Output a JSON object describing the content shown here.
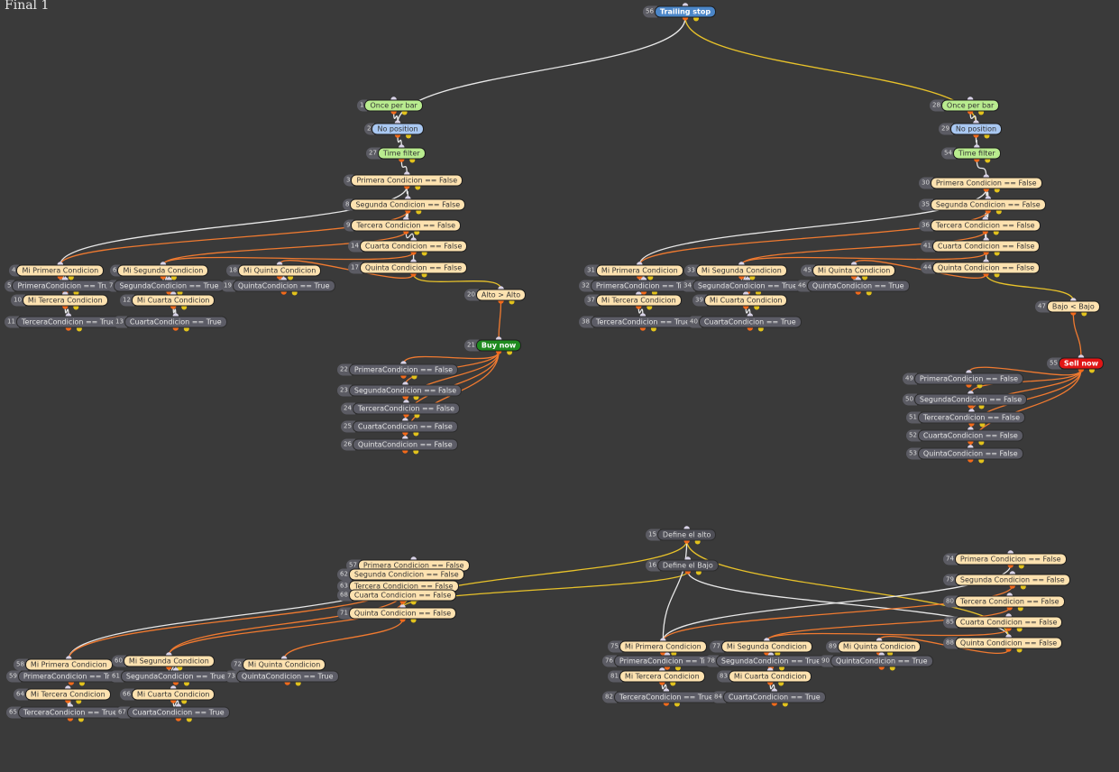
{
  "canvas": {
    "title": "Final 1"
  },
  "colors": {
    "background": "#3a3a3a",
    "edge_white": "#e8e8e8",
    "edge_orange": "#f07a30",
    "edge_yellow": "#e8c22a"
  },
  "nodes": [
    {
      "id": "56",
      "label": "Trailing stop",
      "type": "action-blue"
    },
    {
      "id": "1",
      "label": "Once per bar",
      "type": "green"
    },
    {
      "id": "2",
      "label": "No position",
      "type": "blue"
    },
    {
      "id": "27",
      "label": "Time filter",
      "type": "green"
    },
    {
      "id": "3",
      "label": "Primera Condicion == False",
      "type": "cond"
    },
    {
      "id": "8",
      "label": "Segunda Condicion == False",
      "type": "cond"
    },
    {
      "id": "9",
      "label": "Tercera Condicion == False",
      "type": "cond"
    },
    {
      "id": "14",
      "label": "Cuarta Condicion == False",
      "type": "cond"
    },
    {
      "id": "17",
      "label": "Quinta Condicion == False",
      "type": "cond"
    },
    {
      "id": "4",
      "label": "Mi Primera Condicion",
      "type": "cond"
    },
    {
      "id": "5",
      "label": "PrimeraCondicion == True",
      "type": "check"
    },
    {
      "id": "10",
      "label": "Mi Tercera Condicion",
      "type": "cond"
    },
    {
      "id": "11",
      "label": "TerceraCondicion == True",
      "type": "check"
    },
    {
      "id": "6",
      "label": "Mi Segunda Condicion",
      "type": "cond"
    },
    {
      "id": "7",
      "label": "SegundaCondicion == True",
      "type": "check"
    },
    {
      "id": "12",
      "label": "Mi Cuarta Condicion",
      "type": "cond"
    },
    {
      "id": "13",
      "label": "CuartaCondicion == True",
      "type": "check"
    },
    {
      "id": "18",
      "label": "Mi Quinta Condicion",
      "type": "cond"
    },
    {
      "id": "19",
      "label": "QuintaCondicion == True",
      "type": "check"
    },
    {
      "id": "20",
      "label": "Alto > Alto",
      "type": "cond"
    },
    {
      "id": "21",
      "label": "Buy now",
      "type": "buy"
    },
    {
      "id": "22",
      "label": "PrimeraCondicion == False",
      "type": "check"
    },
    {
      "id": "23",
      "label": "SegundaCondicion == False",
      "type": "check"
    },
    {
      "id": "24",
      "label": "TerceraCondicion == False",
      "type": "check"
    },
    {
      "id": "25",
      "label": "CuartaCondicion == False",
      "type": "check"
    },
    {
      "id": "26",
      "label": "QuintaCondicion == False",
      "type": "check"
    },
    {
      "id": "28",
      "label": "Once per bar",
      "type": "green"
    },
    {
      "id": "29",
      "label": "No position",
      "type": "blue"
    },
    {
      "id": "54",
      "label": "Time filter",
      "type": "green"
    },
    {
      "id": "30",
      "label": "Primera Condicion == False",
      "type": "cond"
    },
    {
      "id": "35",
      "label": "Segunda Condicion == False",
      "type": "cond"
    },
    {
      "id": "36",
      "label": "Tercera Condicion == False",
      "type": "cond"
    },
    {
      "id": "41",
      "label": "Cuarta Condicion == False",
      "type": "cond"
    },
    {
      "id": "44",
      "label": "Quinta Condicion == False",
      "type": "cond"
    },
    {
      "id": "31",
      "label": "Mi Primera Condicion",
      "type": "cond"
    },
    {
      "id": "32",
      "label": "PrimeraCondicion == True",
      "type": "check"
    },
    {
      "id": "37",
      "label": "Mi Tercera Condicion",
      "type": "cond"
    },
    {
      "id": "38",
      "label": "TerceraCondicion == True",
      "type": "check"
    },
    {
      "id": "33",
      "label": "Mi Segunda Condicion",
      "type": "cond"
    },
    {
      "id": "34",
      "label": "SegundaCondicion == True",
      "type": "check"
    },
    {
      "id": "39",
      "label": "Mi Cuarta Condicion",
      "type": "cond"
    },
    {
      "id": "40",
      "label": "CuartaCondicion == True",
      "type": "check"
    },
    {
      "id": "45",
      "label": "Mi Quinta Condicion",
      "type": "cond"
    },
    {
      "id": "46",
      "label": "QuintaCondicion == True",
      "type": "check"
    },
    {
      "id": "47",
      "label": "Bajo < Bajo",
      "type": "cond"
    },
    {
      "id": "55",
      "label": "Sell now",
      "type": "sell"
    },
    {
      "id": "49",
      "label": "PrimeraCondicion == False",
      "type": "check"
    },
    {
      "id": "50",
      "label": "SegundaCondicion == False",
      "type": "check"
    },
    {
      "id": "51",
      "label": "TerceraCondicion == False",
      "type": "check"
    },
    {
      "id": "52",
      "label": "CuartaCondicion == False",
      "type": "check"
    },
    {
      "id": "53",
      "label": "QuintaCondicion == False",
      "type": "check"
    },
    {
      "id": "15",
      "label": "Define el alto",
      "type": "plain"
    },
    {
      "id": "16",
      "label": "Define el Bajo",
      "type": "plain"
    },
    {
      "id": "57",
      "label": "Primera Condicion == False",
      "type": "cond"
    },
    {
      "id": "62",
      "label": "Segunda Condicion == False",
      "type": "cond"
    },
    {
      "id": "63",
      "label": "Tercera Condicion == False",
      "type": "cond"
    },
    {
      "id": "68",
      "label": "Cuarta Condicion == False",
      "type": "cond"
    },
    {
      "id": "71",
      "label": "Quinta Condicion == False",
      "type": "cond"
    },
    {
      "id": "58",
      "label": "Mi Primera Condicion",
      "type": "cond"
    },
    {
      "id": "59",
      "label": "PrimeraCondicion == True",
      "type": "check"
    },
    {
      "id": "64",
      "label": "Mi Tercera Condicion",
      "type": "cond"
    },
    {
      "id": "65",
      "label": "TerceraCondicion == True",
      "type": "check"
    },
    {
      "id": "60",
      "label": "Mi Segunda Condicion",
      "type": "cond"
    },
    {
      "id": "61",
      "label": "SegundaCondicion == True",
      "type": "check"
    },
    {
      "id": "66",
      "label": "Mi Cuarta Condicion",
      "type": "cond"
    },
    {
      "id": "67",
      "label": "CuartaCondicion == True",
      "type": "check"
    },
    {
      "id": "72",
      "label": "Mi Quinta Condicion",
      "type": "cond"
    },
    {
      "id": "73",
      "label": "QuintaCondicion == True",
      "type": "check"
    },
    {
      "id": "74",
      "label": "Primera Condicion == False",
      "type": "cond"
    },
    {
      "id": "79",
      "label": "Segunda Condicion == False",
      "type": "cond"
    },
    {
      "id": "80",
      "label": "Tercera Condicion == False",
      "type": "cond"
    },
    {
      "id": "85",
      "label": "Cuarta Condicion == False",
      "type": "cond"
    },
    {
      "id": "88",
      "label": "Quinta Condicion == False",
      "type": "cond"
    },
    {
      "id": "75",
      "label": "Mi Primera Condicion",
      "type": "cond"
    },
    {
      "id": "76",
      "label": "PrimeraCondicion == True",
      "type": "check"
    },
    {
      "id": "81",
      "label": "Mi Tercera Condicion",
      "type": "cond"
    },
    {
      "id": "82",
      "label": "TerceraCondicion == True",
      "type": "check"
    },
    {
      "id": "77",
      "label": "Mi Segunda Condicion",
      "type": "cond"
    },
    {
      "id": "78",
      "label": "SegundaCondicion == True",
      "type": "check"
    },
    {
      "id": "83",
      "label": "Mi Cuarta Condicion",
      "type": "cond"
    },
    {
      "id": "84",
      "label": "CuartaCondicion == True",
      "type": "check"
    },
    {
      "id": "89",
      "label": "Mi Quinta Condicion",
      "type": "cond"
    },
    {
      "id": "90",
      "label": "QuintaCondicion == True",
      "type": "check"
    }
  ],
  "edges": [
    [
      "56",
      "2",
      "white"
    ],
    [
      "56",
      "29",
      "yellow"
    ],
    [
      "1",
      "2",
      "white"
    ],
    [
      "2",
      "27",
      "white"
    ],
    [
      "27",
      "3",
      "white"
    ],
    [
      "3",
      "8",
      "white"
    ],
    [
      "8",
      "9",
      "white"
    ],
    [
      "9",
      "14",
      "white"
    ],
    [
      "14",
      "17",
      "white"
    ],
    [
      "17",
      "20",
      "yellow"
    ],
    [
      "20",
      "21",
      "orange"
    ],
    [
      "3",
      "4",
      "white"
    ],
    [
      "8",
      "4",
      "orange"
    ],
    [
      "9",
      "6",
      "orange"
    ],
    [
      "14",
      "6",
      "orange"
    ],
    [
      "17",
      "18",
      "orange"
    ],
    [
      "4",
      "5",
      "white"
    ],
    [
      "10",
      "11",
      "white"
    ],
    [
      "6",
      "7",
      "white"
    ],
    [
      "12",
      "13",
      "white"
    ],
    [
      "18",
      "19",
      "white"
    ],
    [
      "21",
      "22",
      "orange"
    ],
    [
      "21",
      "23",
      "orange"
    ],
    [
      "21",
      "24",
      "orange"
    ],
    [
      "21",
      "25",
      "orange"
    ],
    [
      "21",
      "26",
      "orange"
    ],
    [
      "28",
      "29",
      "white"
    ],
    [
      "29",
      "54",
      "white"
    ],
    [
      "54",
      "30",
      "white"
    ],
    [
      "30",
      "35",
      "white"
    ],
    [
      "35",
      "36",
      "white"
    ],
    [
      "36",
      "41",
      "white"
    ],
    [
      "41",
      "44",
      "white"
    ],
    [
      "44",
      "47",
      "yellow"
    ],
    [
      "47",
      "55",
      "orange"
    ],
    [
      "30",
      "31",
      "white"
    ],
    [
      "35",
      "31",
      "orange"
    ],
    [
      "36",
      "33",
      "orange"
    ],
    [
      "41",
      "33",
      "orange"
    ],
    [
      "44",
      "45",
      "orange"
    ],
    [
      "31",
      "32",
      "white"
    ],
    [
      "37",
      "38",
      "white"
    ],
    [
      "33",
      "34",
      "white"
    ],
    [
      "39",
      "40",
      "white"
    ],
    [
      "45",
      "46",
      "white"
    ],
    [
      "55",
      "49",
      "orange"
    ],
    [
      "55",
      "50",
      "orange"
    ],
    [
      "55",
      "51",
      "orange"
    ],
    [
      "55",
      "52",
      "orange"
    ],
    [
      "55",
      "53",
      "orange"
    ],
    [
      "15",
      "71",
      "yellow"
    ],
    [
      "16",
      "71",
      "yellow"
    ],
    [
      "15",
      "75",
      "white"
    ],
    [
      "16",
      "88",
      "white"
    ],
    [
      "15",
      "88",
      "yellow"
    ],
    [
      "57",
      "58",
      "white"
    ],
    [
      "62",
      "58",
      "orange"
    ],
    [
      "63",
      "60",
      "orange"
    ],
    [
      "68",
      "60",
      "orange"
    ],
    [
      "71",
      "72",
      "orange"
    ],
    [
      "58",
      "59",
      "white"
    ],
    [
      "64",
      "65",
      "white"
    ],
    [
      "60",
      "61",
      "white"
    ],
    [
      "66",
      "67",
      "white"
    ],
    [
      "72",
      "73",
      "white"
    ],
    [
      "74",
      "75",
      "white"
    ],
    [
      "79",
      "75",
      "orange"
    ],
    [
      "80",
      "77",
      "orange"
    ],
    [
      "85",
      "77",
      "orange"
    ],
    [
      "88",
      "89",
      "orange"
    ],
    [
      "75",
      "76",
      "white"
    ],
    [
      "81",
      "82",
      "white"
    ],
    [
      "77",
      "78",
      "white"
    ],
    [
      "83",
      "84",
      "white"
    ],
    [
      "89",
      "90",
      "white"
    ]
  ]
}
